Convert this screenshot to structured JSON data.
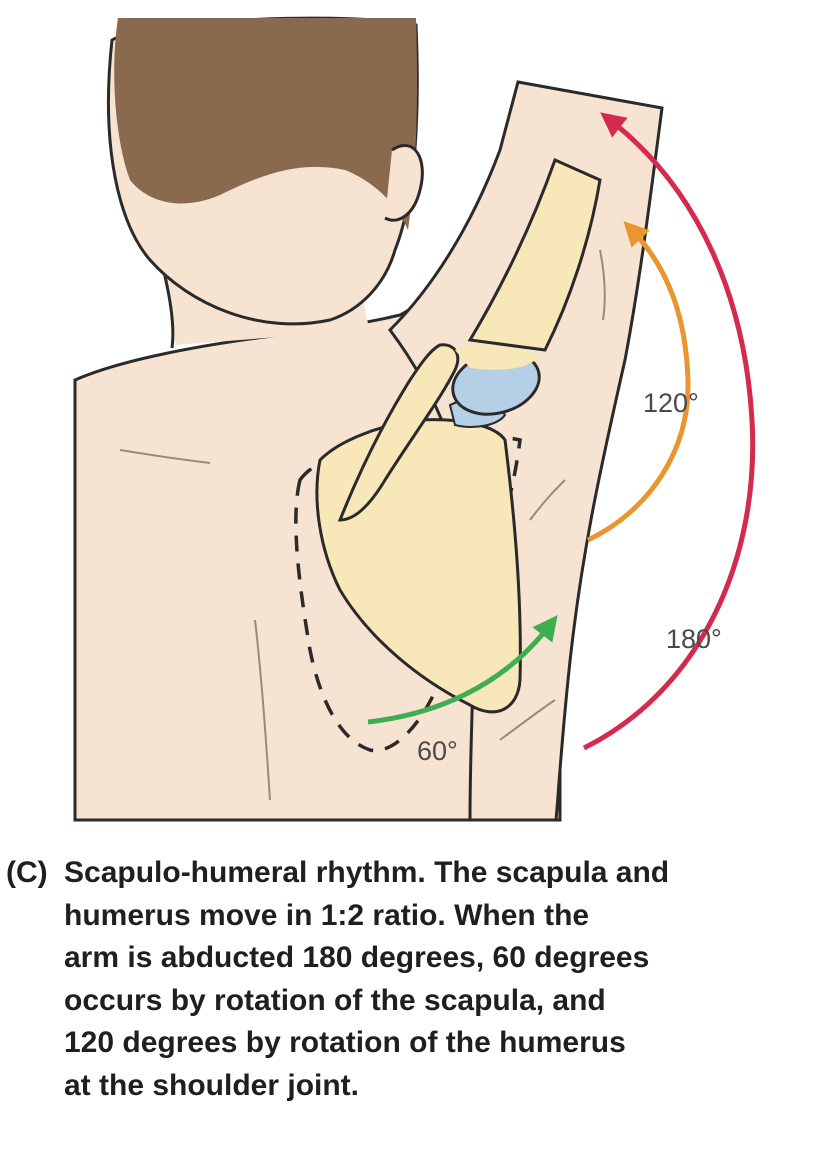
{
  "figure": {
    "labels": {
      "humerus_angle": "120°",
      "total_angle": "180°",
      "scapula_angle": "60°"
    },
    "colors": {
      "skin": "#f7e3d2",
      "hair": "#8a6a4e",
      "bone": "#f8e7b8",
      "cartilage": "#b5cfe6",
      "arrow_total": "#d42a4d",
      "arrow_humerus": "#e8962d",
      "arrow_scapula": "#3fae52",
      "outline": "#2a2a2a"
    }
  },
  "caption": {
    "tag": "(C)",
    "lines": [
      "Scapulo-humeral rhythm.  The scapula and",
      "humerus move in 1:2 ratio.  When the",
      "arm is abducted 180 degrees, 60 degrees",
      "occurs by rotation of the scapula, and",
      "120 degrees by rotation of the humerus",
      "at the shoulder joint."
    ]
  }
}
